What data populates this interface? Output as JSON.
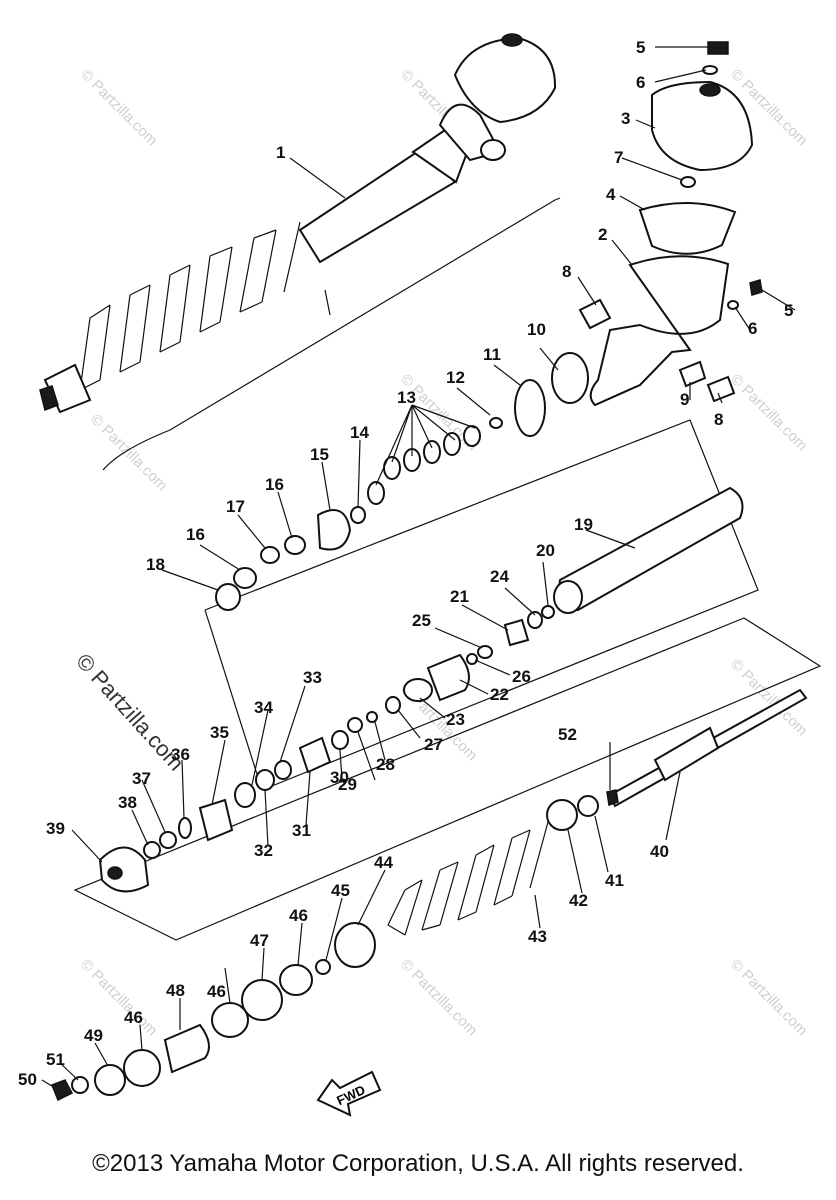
{
  "watermark": "© Partzilla.com",
  "watermark_color": "#cfcfcf",
  "fwd_label": "FWD",
  "copyright": "©2013 Yamaha Motor Corporation, U.S.A. All rights reserved.",
  "callouts": [
    "1",
    "2",
    "3",
    "4",
    "5",
    "5",
    "6",
    "6",
    "7",
    "8",
    "8",
    "9",
    "10",
    "11",
    "12",
    "13",
    "14",
    "15",
    "16",
    "16",
    "17",
    "18",
    "19",
    "20",
    "21",
    "22",
    "23",
    "24",
    "25",
    "26",
    "27",
    "28",
    "29",
    "30",
    "31",
    "32",
    "33",
    "34",
    "35",
    "36",
    "37",
    "38",
    "39",
    "40",
    "41",
    "42",
    "43",
    "44",
    "45",
    "46",
    "46",
    "46",
    "47",
    "48",
    "49",
    "50",
    "51",
    "52"
  ]
}
